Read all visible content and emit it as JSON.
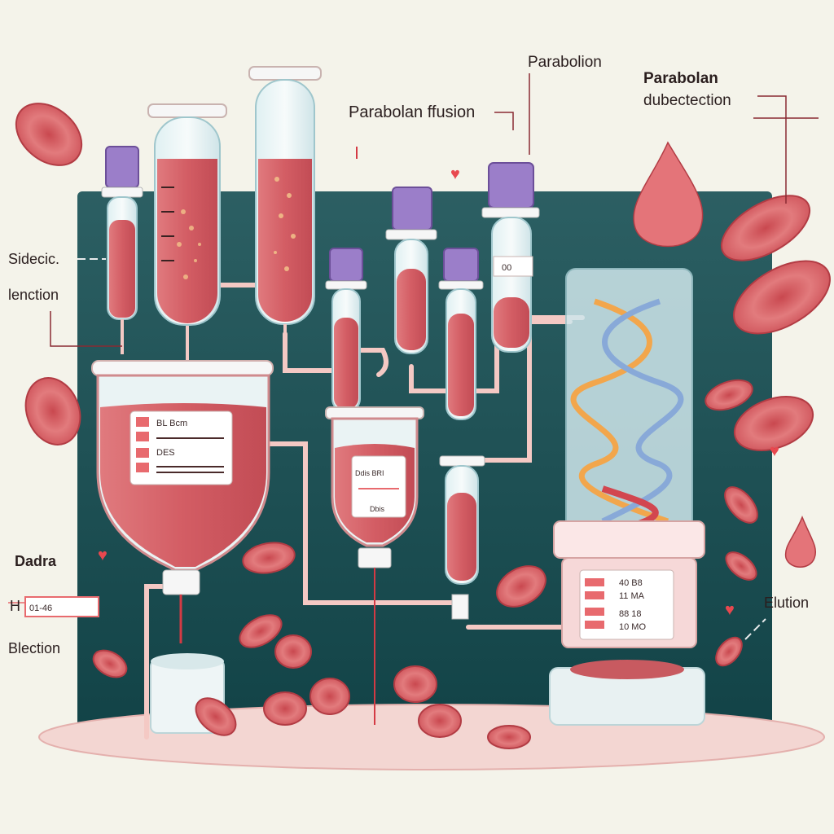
{
  "labels": {
    "top_fusion": "Parabolan ffusion",
    "top_parabolion": "Parabolion",
    "top_right_title": "Parabolan",
    "top_right_sub": "dubectection",
    "left_sidecic": "Sidecic.",
    "left_lenction": "lenction",
    "left_dadra": "Dadra",
    "left_h": "H",
    "left_h_box": "01-46",
    "left_blection": "Blection",
    "right_elution": "Elution"
  },
  "bag_label": {
    "line1": "BL Bcm",
    "line2": "DES"
  },
  "flask_label": {
    "line1": "Ddis BRI",
    "line2": "Dbis"
  },
  "tube_label": "00",
  "jar_label": {
    "row1": "40 B8",
    "row2": "11 MA",
    "row3": "88 18",
    "row4": "10 MO"
  },
  "colors": {
    "background": "#f4f3ea",
    "panel": "#1e5255",
    "blood": "#d9666c",
    "cap": "#9b7ec9",
    "platform": "#f3d6d2"
  }
}
